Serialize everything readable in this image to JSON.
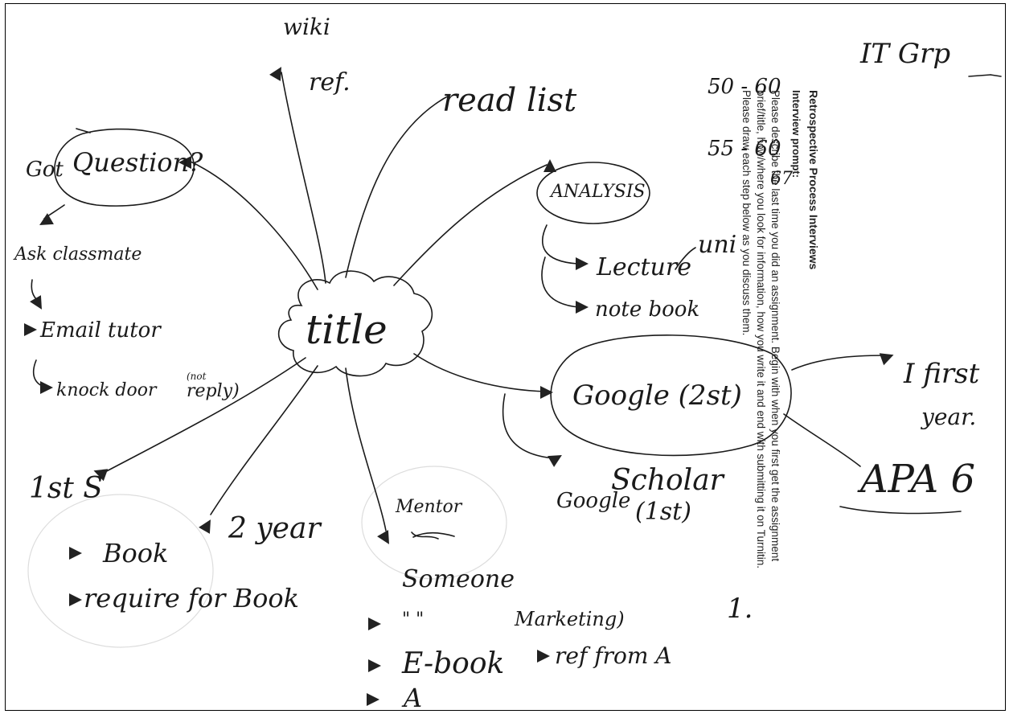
{
  "center": {
    "title": "title"
  },
  "top_nodes": {
    "wiki": "wiki",
    "ref": "ref.",
    "read_list": "read list"
  },
  "question_branch": {
    "got": "Got",
    "question": "Question?",
    "ask": "Ask classmate",
    "email": "Email tutor",
    "knock": "knock door",
    "knock_note": "(not",
    "knock_paren": "reply)"
  },
  "analysis_branch": {
    "analysis": "ANALYSIS",
    "lecture": "Lecture",
    "uni": "uni",
    "notebook": "note book"
  },
  "google_branch": {
    "google": "Google (2st)",
    "first_year": "I first",
    "year": "year.",
    "apa": "APA 6",
    "scholar_google": "Google",
    "scholar": "Scholar",
    "scholar_rank": "(1st)"
  },
  "left_branch": {
    "first_s": "1st S",
    "book": "Book",
    "require_book": "require for Book",
    "second_year": "2 year"
  },
  "bottom_branch": {
    "mentor": "Mentor",
    "someone": "Someone",
    "quote": "\"          \"",
    "marketing": "Marketing)",
    "ref_from_a": "ref from A",
    "ebook": "E-book",
    "a": "A"
  },
  "margin_notes": {
    "it_grp": "IT Grp",
    "n1": "50 - 60",
    "n2": "55 - 60",
    "n3": "67",
    "page_num": "1."
  },
  "prompt": {
    "title": "Retrospective Process Interviews",
    "subtitle": "Interview prompt:",
    "body": "Please describe the last time you did an assignment.   Begin with when you first get the assignment brief/title, how/where you look for information, how you write it and end with submitting it on Turnitin.  Please draw each step below as you discuss them."
  },
  "colors": {
    "ink": "#1a1a1a",
    "paper": "#ffffff",
    "pencil": "#cccccc"
  }
}
